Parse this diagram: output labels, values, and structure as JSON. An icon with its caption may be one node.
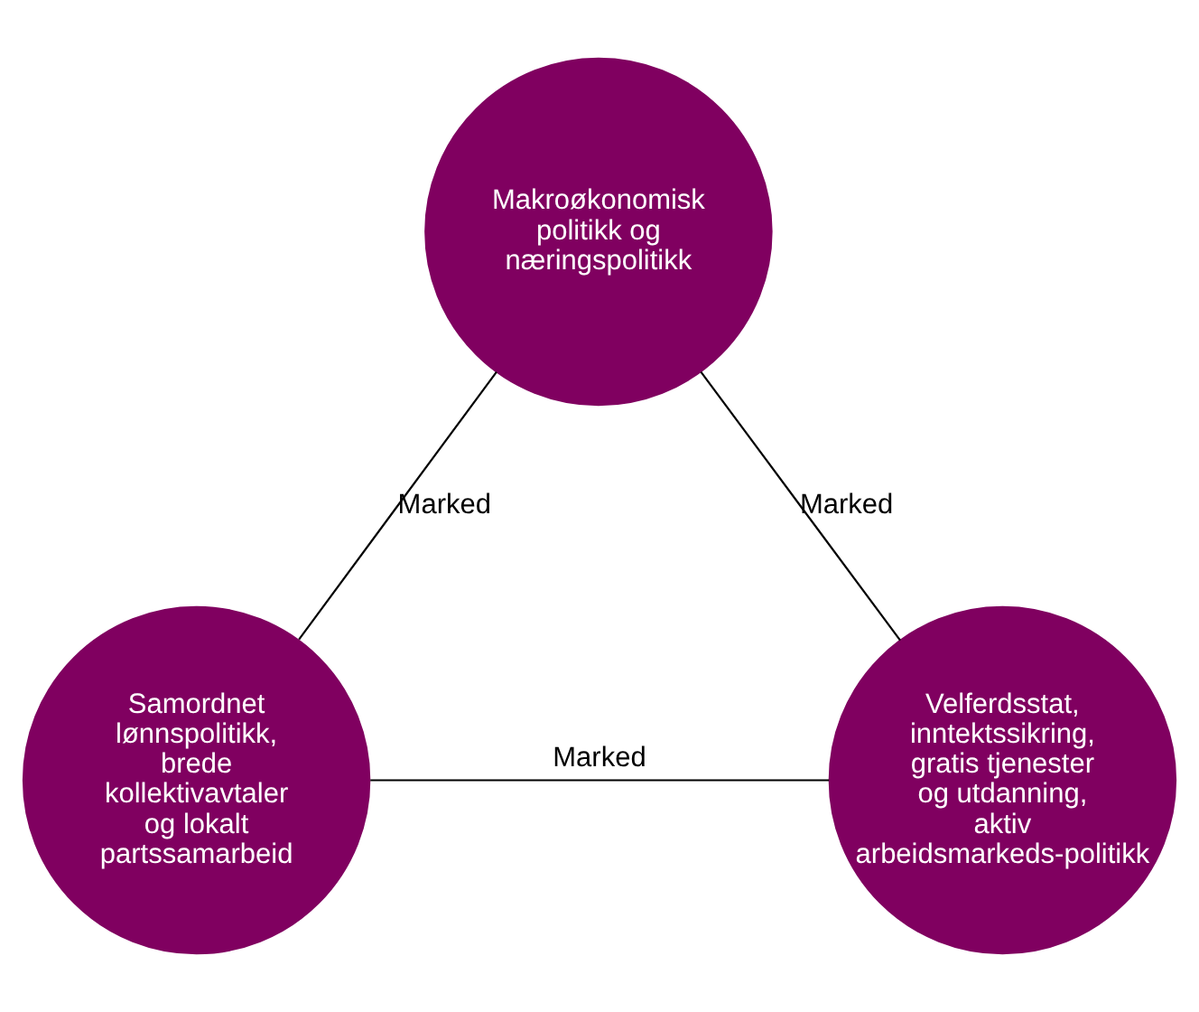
{
  "diagram": {
    "nodes": [
      {
        "text": [
          "Makroøkonomisk politikk og næringspolitikk"
        ]
      },
      {
        "text": [
          "Samordnet lønnspolitikk, brede kollektivavtaler og lokalt partssamarbeid"
        ]
      },
      {
        "text": [
          "Velferdsstat, inntektssikring, gratis tjenester og utdanning, aktiv arbeidsmarkeds-politikk"
        ]
      }
    ],
    "edges": [
      {
        "from": 0,
        "to": 1,
        "arrow": "none",
        "label": "Marked"
      },
      {
        "from": 0,
        "to": 2,
        "arrow": "none",
        "label": "Marked"
      },
      {
        "from": 1,
        "to": 2,
        "arrow": "none",
        "label": "Marked"
      }
    ]
  }
}
